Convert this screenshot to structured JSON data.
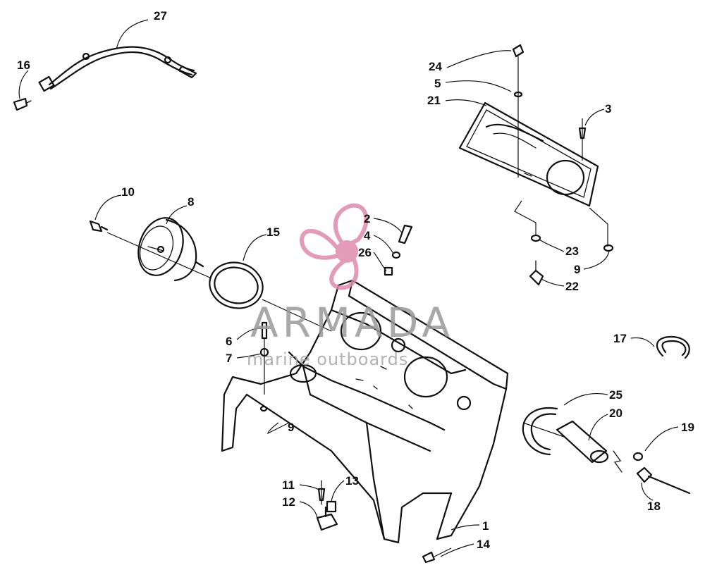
{
  "watermark": {
    "title": "ARMADA",
    "subtitle": "marine outboards",
    "logo_color": "#e08aab"
  },
  "labels": {
    "p1": "1",
    "p2": "2",
    "p3": "3",
    "p4": "4",
    "p5": "5",
    "p6": "6",
    "p7": "7",
    "p8": "8",
    "p9a": "9",
    "p9b": "9",
    "p10": "10",
    "p11": "11",
    "p12": "12",
    "p13": "13",
    "p14": "14",
    "p15": "15",
    "p16": "16",
    "p17": "17",
    "p18": "18",
    "p19": "19",
    "p20": "20",
    "p21": "21",
    "p22": "22",
    "p23": "23",
    "p24": "24",
    "p25": "25",
    "p26": "26",
    "p27": "27"
  }
}
